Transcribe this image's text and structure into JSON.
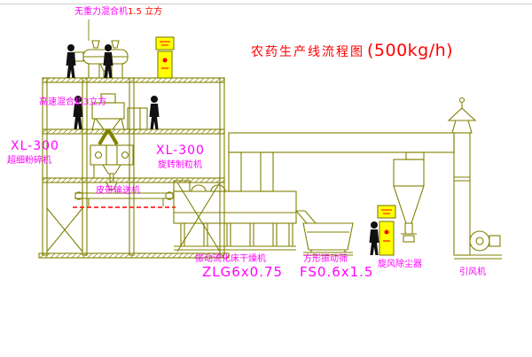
{
  "colors": {
    "background": "#ffffff",
    "cad_line": "#808000",
    "label_magenta": "#ff00ff",
    "title_red": "#ff0000",
    "panel_yellow": "#ffff00",
    "figure_black": "#111111",
    "ground_marking_red": "#ff0000"
  },
  "diagram": {
    "title": {
      "main": "农药生产线流程图",
      "capacity": "(500kg/h)"
    },
    "labels": {
      "gravity_mixer_name": "无重力混合机",
      "gravity_mixer_capacity": "1.5 立方",
      "high_speed_mixer": "高速混合机3立方",
      "left_machine_model": "XL-300",
      "left_machine_name": "超细粉碎机",
      "right_machine_model": "XL-300",
      "right_machine_name": "旋转制粒机",
      "belt_conveyor": "皮带输送机",
      "dryer_name": "振动流化床干燥机",
      "dryer_model": "ZLG6x0.75",
      "screen_name": "方形振动筛",
      "screen_model": "FS0.6x1.5",
      "cyclone": "旋风除尘器",
      "fan": "引风机"
    },
    "equipment_icon_names": [
      "gravity-mixer",
      "high-speed-mixer",
      "granulator",
      "belt-conveyor",
      "fluid-bed-dryer",
      "vibrating-screen",
      "cyclone-separator",
      "exhaust-stack",
      "induced-draft-fan",
      "control-panel",
      "worker-figure"
    ]
  }
}
